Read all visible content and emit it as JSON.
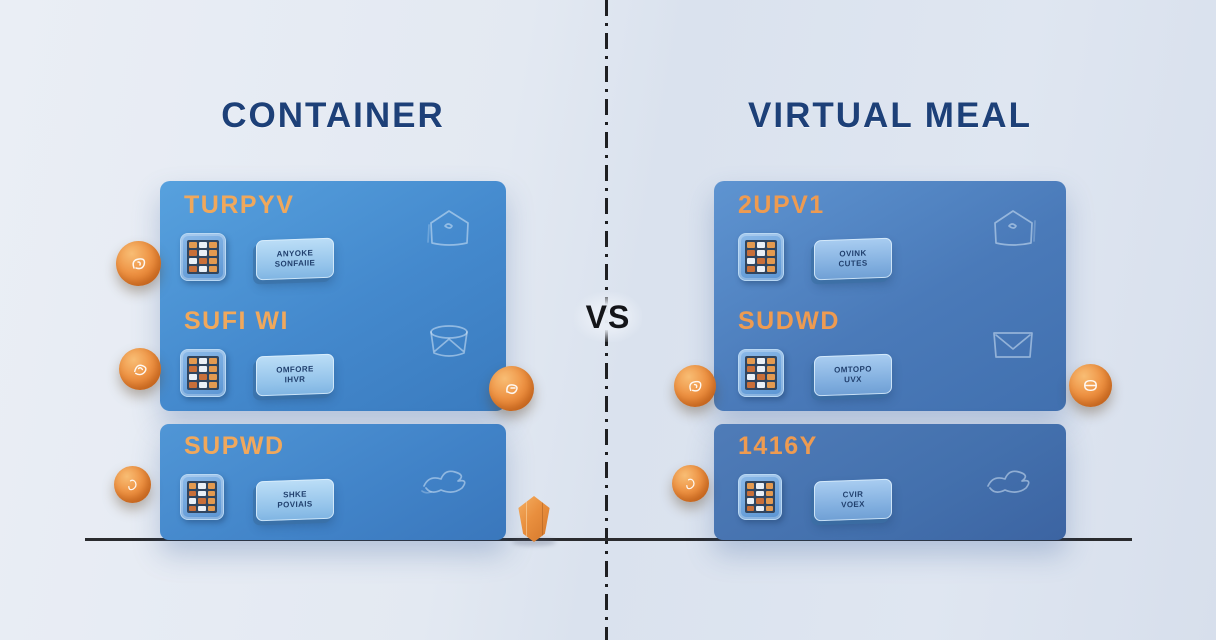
{
  "header": {
    "left_title": "CONTAINER",
    "right_title": "VIRTUAL MEAL",
    "vs_label": "VS"
  },
  "left_panel": {
    "card_top": {
      "sections": [
        {
          "heading": "TURPYV",
          "button_line1": "ANYOKE",
          "button_line2": "SONFAIIE",
          "corner_icon": "house-icon",
          "chip_icon": "chip-icon"
        },
        {
          "heading": "SUFI WI",
          "button_line1": "OMFORE",
          "button_line2": "IHVR",
          "corner_icon": "envelope-icon",
          "chip_icon": "chip-icon"
        }
      ]
    },
    "card_bottom": {
      "sections": [
        {
          "heading": "SUPWD",
          "button_line1": "SHKE",
          "button_line2": "POVIAIS",
          "corner_icon": "scribble-icon",
          "chip_icon": "chip-icon"
        }
      ]
    },
    "decor_icons": [
      "orange-sphere-doodle",
      "orange-sphere-doodle",
      "orange-sphere-doodle",
      "orange-sphere-doodle"
    ]
  },
  "right_panel": {
    "card_top": {
      "sections": [
        {
          "heading": "2UPV1",
          "button_line1": "OVINK",
          "button_line2": "CUTES",
          "corner_icon": "house-icon",
          "chip_icon": "chip-icon"
        },
        {
          "heading": "SUDWD",
          "button_line1": "OMTOPO",
          "button_line2": "UVX",
          "corner_icon": "envelope-icon",
          "chip_icon": "chip-icon"
        }
      ]
    },
    "card_bottom": {
      "sections": [
        {
          "heading": "1416Y",
          "button_line1": "CVIR",
          "button_line2": "VOEX",
          "corner_icon": "scribble-icon",
          "chip_icon": "chip-icon"
        }
      ]
    },
    "decor_icons": [
      "orange-sphere-doodle",
      "orange-sphere-doodle",
      "orange-sphere-doodle"
    ]
  },
  "decor": {
    "bottom_center": "orange-gem",
    "divider_style": "dash-dot-vertical",
    "ground_line": true
  },
  "colors": {
    "title_text": "#1d4078",
    "heading_text_left": "#f0a85c",
    "heading_text_right": "#ee9b51",
    "card_left": "#4489cd",
    "card_right": "#4a7ab9",
    "button_face": "#93c3ea",
    "sphere": "#ee9344",
    "divider": "#1e1f22",
    "background": "#e3e9f2"
  }
}
